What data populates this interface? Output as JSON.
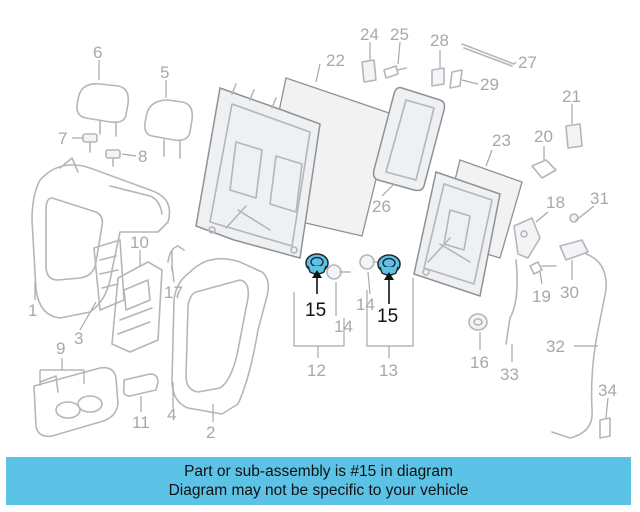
{
  "callouts": {
    "c1": "1",
    "c2": "2",
    "c3": "3",
    "c4": "4",
    "c5": "5",
    "c6": "6",
    "c7": "7",
    "c8": "8",
    "c9": "9",
    "c10": "10",
    "c11": "11",
    "c12": "12",
    "c13": "13",
    "c14a": "14",
    "c14b": "14",
    "c15a": "15",
    "c15b": "15",
    "c16": "16",
    "c17": "17",
    "c18": "18",
    "c19": "19",
    "c20": "20",
    "c21": "21",
    "c22": "22",
    "c23": "23",
    "c24": "24",
    "c25": "25",
    "c26": "26",
    "c27": "27",
    "c28": "28",
    "c29": "29",
    "c30": "30",
    "c31": "31",
    "c32": "32",
    "c33": "33",
    "c34": "34"
  },
  "highlight_color": "#5cc3e6",
  "banner": {
    "line1": "Part or sub-assembly is #15 in diagram",
    "line2": "Diagram may not be specific to your vehicle"
  }
}
